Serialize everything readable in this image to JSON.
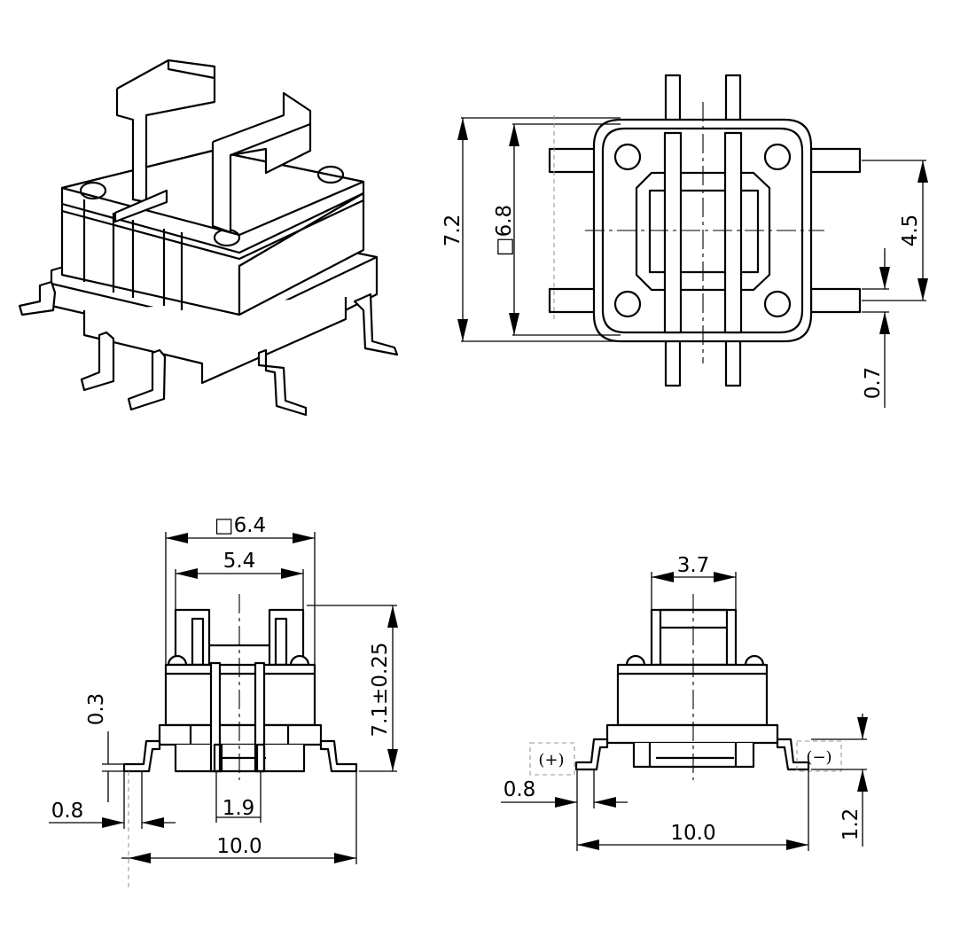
{
  "views": {
    "isometric": {
      "name": "isometric-view"
    },
    "top": {
      "dims": {
        "overall": "7.2",
        "body": "□6.8",
        "pin_pitch": "4.5",
        "pin_width": "0.7"
      }
    },
    "front": {
      "dims": {
        "body": "□6.4",
        "top": "5.4",
        "height": "7.1±0.25",
        "standoff": "0.3",
        "lead_width": "0.8",
        "pin_gap": "1.9",
        "span": "10.0"
      }
    },
    "side": {
      "dims": {
        "top": "3.7",
        "lead_width": "0.8",
        "span": "10.0",
        "height": "1.2"
      },
      "polarity": {
        "plus": "(+)",
        "minus": "(−)"
      }
    }
  },
  "colors": {
    "line": "#000000",
    "hidden": "#999999",
    "background": "#ffffff"
  }
}
